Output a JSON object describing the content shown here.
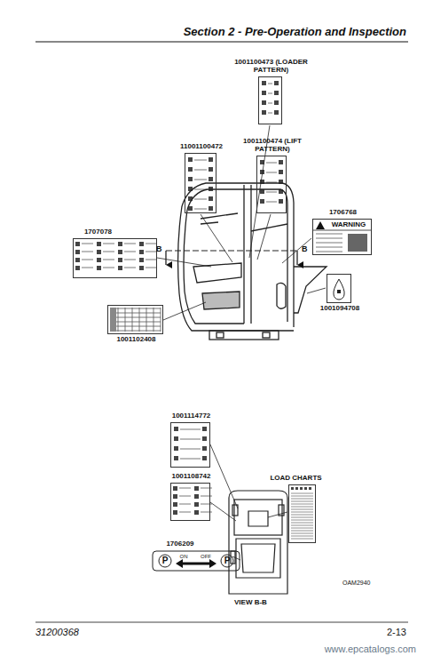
{
  "diagram": {
    "title": "Section 2 - Pre-Operation and Inspection",
    "nodes": [
      {
        "text": [
          "1001100473 (LOADER PATTERN)"
        ]
      },
      {
        "text": [
          "11001100472"
        ]
      },
      {
        "text": [
          "1001100474 (LIFT PATTERN)"
        ]
      },
      {
        "text": [
          "1707078"
        ]
      },
      {
        "text": [
          "1706768",
          "WARNING"
        ]
      },
      {
        "text": [
          "1001094708"
        ]
      },
      {
        "text": [
          "1001102408"
        ]
      },
      {
        "text": [
          "1001114772"
        ]
      },
      {
        "text": [
          "1001108742"
        ]
      },
      {
        "text": [
          "1706209",
          "P",
          "ON",
          "OFF",
          "P"
        ]
      },
      {
        "text": [
          "LOAD CHARTS"
        ]
      }
    ],
    "labels": [
      "B",
      "B",
      "VIEW B-B",
      "OAM2940",
      "31200368",
      "2-13",
      "www.epcatalogs.com"
    ]
  }
}
